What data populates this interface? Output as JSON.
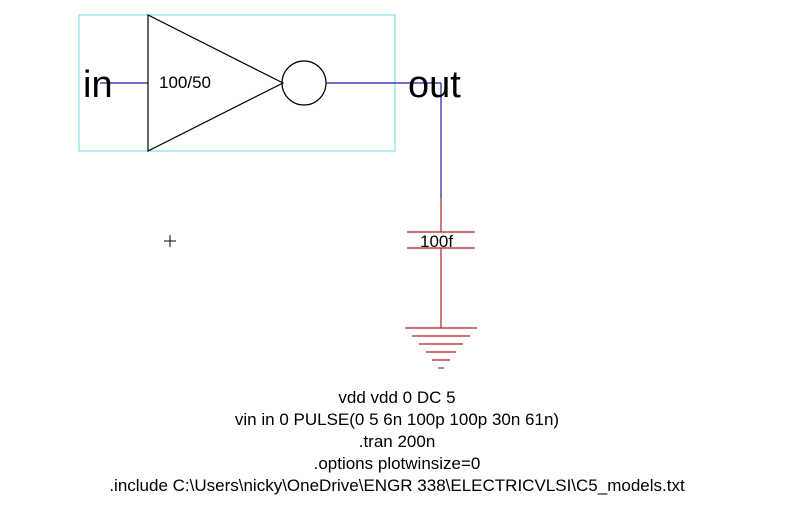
{
  "schematic": {
    "inverter": {
      "size_label": "100/50"
    },
    "ports": {
      "input_label": "in",
      "output_label": "out"
    },
    "capacitor": {
      "value_label": "100f"
    },
    "colors": {
      "wire": "#1a1aa6",
      "capacitor": "#b41e1e",
      "ground": "#b41e1e",
      "icon_frame": "#66dde0",
      "gate": "#000000"
    }
  },
  "spice_directives": [
    "vdd vdd 0 DC 5",
    "vin in 0 PULSE(0 5 6n 100p 100p 30n 61n)",
    ".tran 200n",
    ".options plotwinsize=0",
    ".include C:\\Users\\nicky\\OneDrive\\ENGR 338\\ELECTRICVLSI\\C5_models.txt"
  ]
}
